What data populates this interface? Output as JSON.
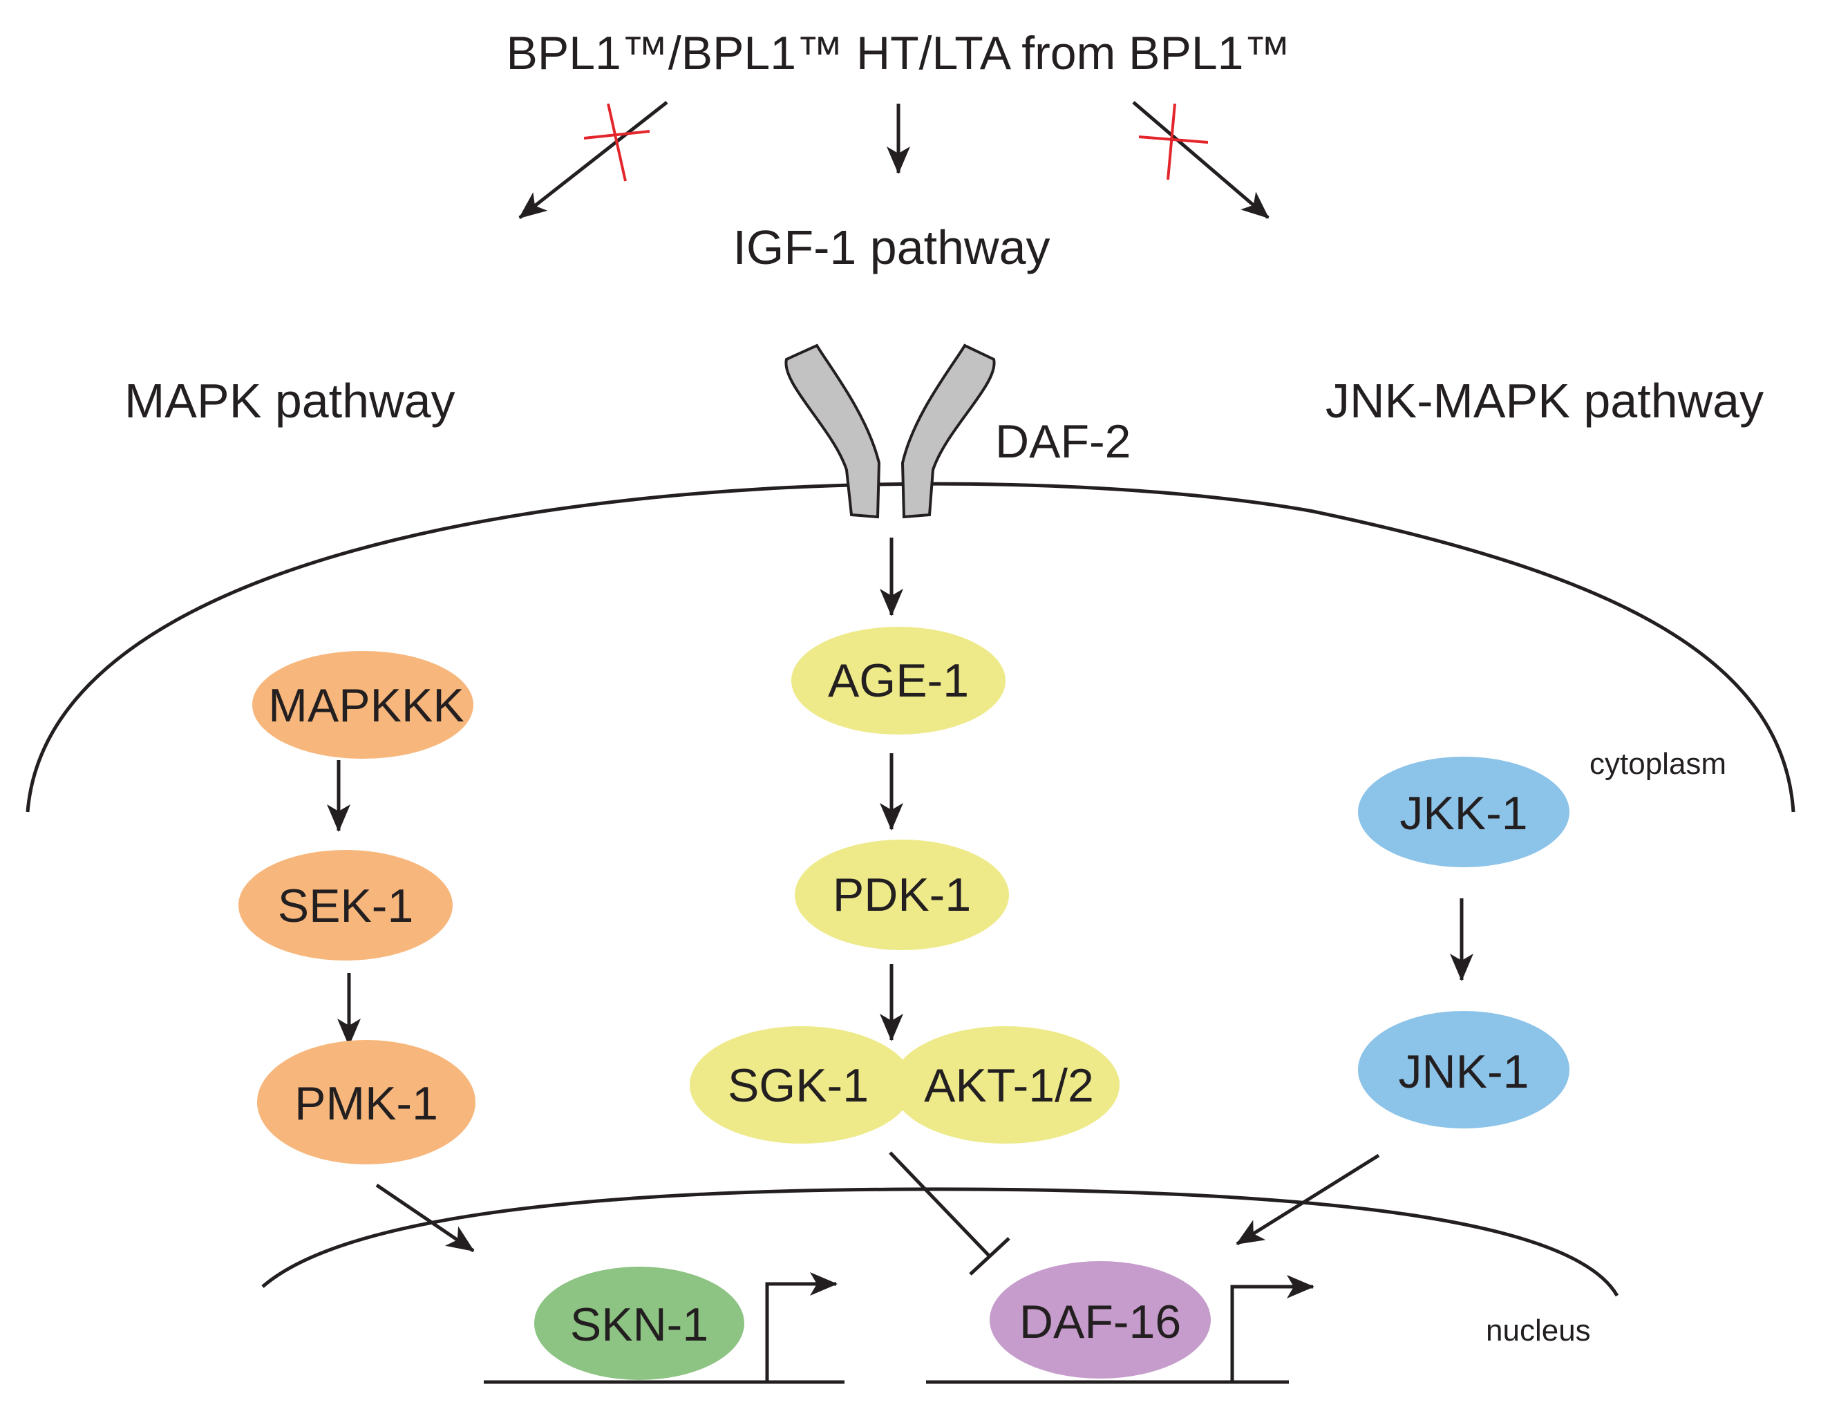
{
  "title": "BPL1™/BPL1™ HT/LTA from BPL1™",
  "pathways": {
    "igf": "IGF-1 pathway",
    "mapk": "MAPK pathway",
    "jnk": "JNK-MAPK pathway"
  },
  "receptor": "DAF-2",
  "compartments": {
    "cytoplasm": "cytoplasm",
    "nucleus": "nucleus"
  },
  "nodes": {
    "mapkkk": "MAPKKK",
    "sek1": "SEK-1",
    "pmk1": "PMK-1",
    "age1": "AGE-1",
    "pdk1": "PDK-1",
    "sgk1": "SGK-1",
    "akt12": "AKT-1/2",
    "jkk1": "JKK-1",
    "jnk1": "JNK-1",
    "skn1": "SKN-1",
    "daf16": "DAF-16"
  },
  "colors": {
    "mapk": "#f7b77c",
    "igf": "#eeea8a",
    "jnk": "#8cc3e8",
    "skn1": "#8dc383",
    "daf16": "#c59ccb",
    "receptor": "#c2c2c2",
    "inhibit_mark": "#e3262b"
  }
}
